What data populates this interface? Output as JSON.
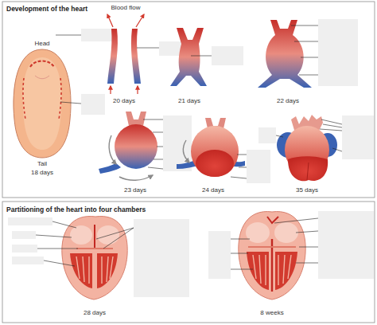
{
  "diagram": {
    "title": "Development of the heart",
    "labels": [
      "Head",
      "Blood flow",
      "Tail",
      "18 days",
      "20 days",
      "21 days",
      "22 days",
      "23 days",
      "24 days",
      "35 days",
      "Partitioning of the heart into four chambers",
      "28 days",
      "8 weeks"
    ]
  }
}
